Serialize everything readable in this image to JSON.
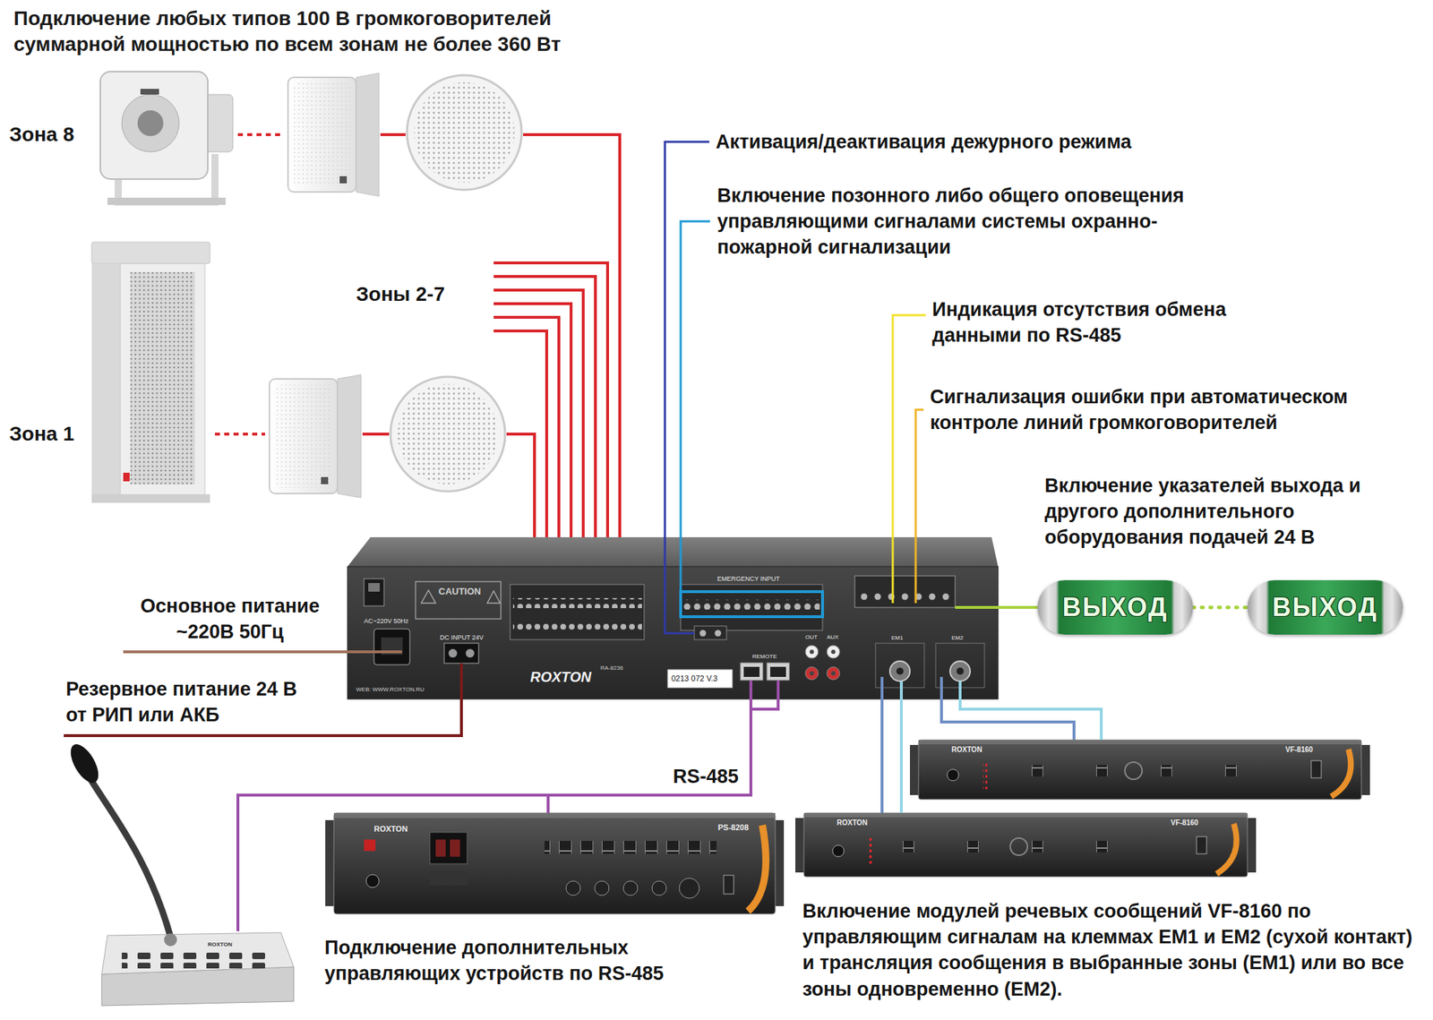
{
  "diagram": {
    "title": "Подключение любых типов 100 В громкоговорителей суммарной мощностью по всем зонам не более 360 Вт",
    "nodes": [
      {
        "text": [
          "ROXTON"
        ]
      },
      {
        "text": [
          "ВЫХОД"
        ]
      },
      {
        "text": [
          "ВЫХОД"
        ]
      },
      {
        "text": [
          "ROXTON",
          "VF-8160"
        ]
      },
      {
        "text": [
          "ROXTON",
          "PS-8208"
        ]
      },
      {
        "text": [
          "ROXTON",
          "VF-8160"
        ]
      },
      {
        "text": [
          "ROXTON"
        ]
      }
    ],
    "edges": [
      {
        "from": 0,
        "to": 1,
        "arrow": "none"
      },
      {
        "from": 1,
        "to": 2,
        "arrow": "none"
      },
      {
        "from": 0,
        "to": 4,
        "label": "RS-485",
        "arrow": "none"
      },
      {
        "from": 0,
        "to": 6,
        "arrow": "none"
      },
      {
        "from": 0,
        "to": 5,
        "arrow": "none"
      },
      {
        "from": 0,
        "to": 3,
        "arrow": "none"
      }
    ],
    "labels": [
      "Зона 8",
      "Зона 1",
      "Зоны 2-7",
      "Активация/деактивация дежурного режима",
      "Включение позонного либо общего оповещения управляющими сигналами системы охранно-пожарной сигнализации",
      "Индикация отсутствия обмена данными по RS-485",
      "Сигнализация ошибки при автоматическом контроле линий громкоговорителей",
      "Включение указателей выхода и другого дополнительного оборудования подачей 24 В",
      "Основное питание ~220В 50Гц",
      "Резервное питание 24 В от РИП или АКБ",
      "Подключение дополнительных управляющих устройств по RS-485",
      "Включение модулей речевых сообщений VF-8160 по управляющим сигналам на клеммах EM1 и EM2 (сухой контакт) и трансляция сообщения в выбранные зоны (EM1) или во все зоны одновременно (EM2).",
      "CAUTION",
      "AC~220V 50Hz",
      "DC INPUT 24V",
      "EMERGENCY INPUT",
      "REMOTE",
      "OUT",
      "AUX",
      "EM1",
      "EM2",
      "0213 072 V.3",
      "RA-8236",
      "WEB: WWW.ROXTON.RU"
    ]
  }
}
